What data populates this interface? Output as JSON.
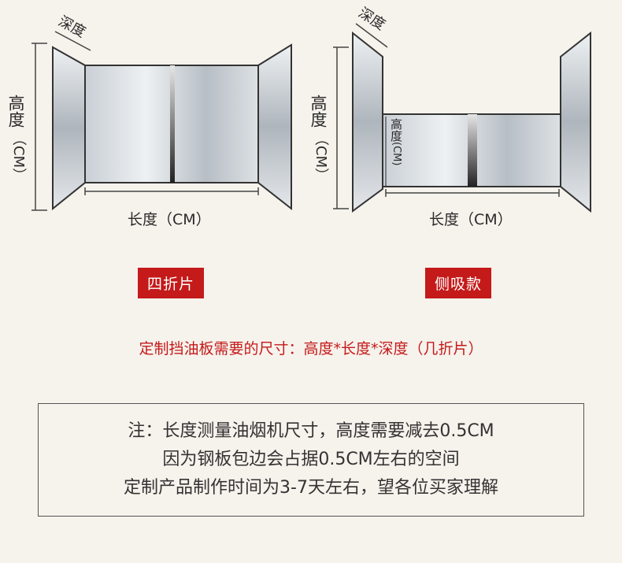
{
  "left_diagram": {
    "depth_label": "深度",
    "height_label": "高度",
    "height_unit": "（CM）",
    "length_label": "长度（CM）",
    "tag": "四折片"
  },
  "right_diagram": {
    "depth_label": "深度",
    "height_label": "高度",
    "height_unit": "（CM）",
    "inner_height_label": "高度",
    "inner_height_unit": "(CM)",
    "length_label": "长度（CM）",
    "tag": "侧吸款"
  },
  "title": "定制挡油板需要的尺寸：高度*长度*深度（几折片）",
  "notes": [
    "注：长度测量油烟机尺寸，高度需要减去0.5CM",
    "因为钢板包边会占据0.5CM左右的空间",
    "定制产品制作时间为3-7天左右，望各位买家理解"
  ],
  "colors": {
    "accent": "#c41a1a",
    "background": "#f6f2ec"
  }
}
